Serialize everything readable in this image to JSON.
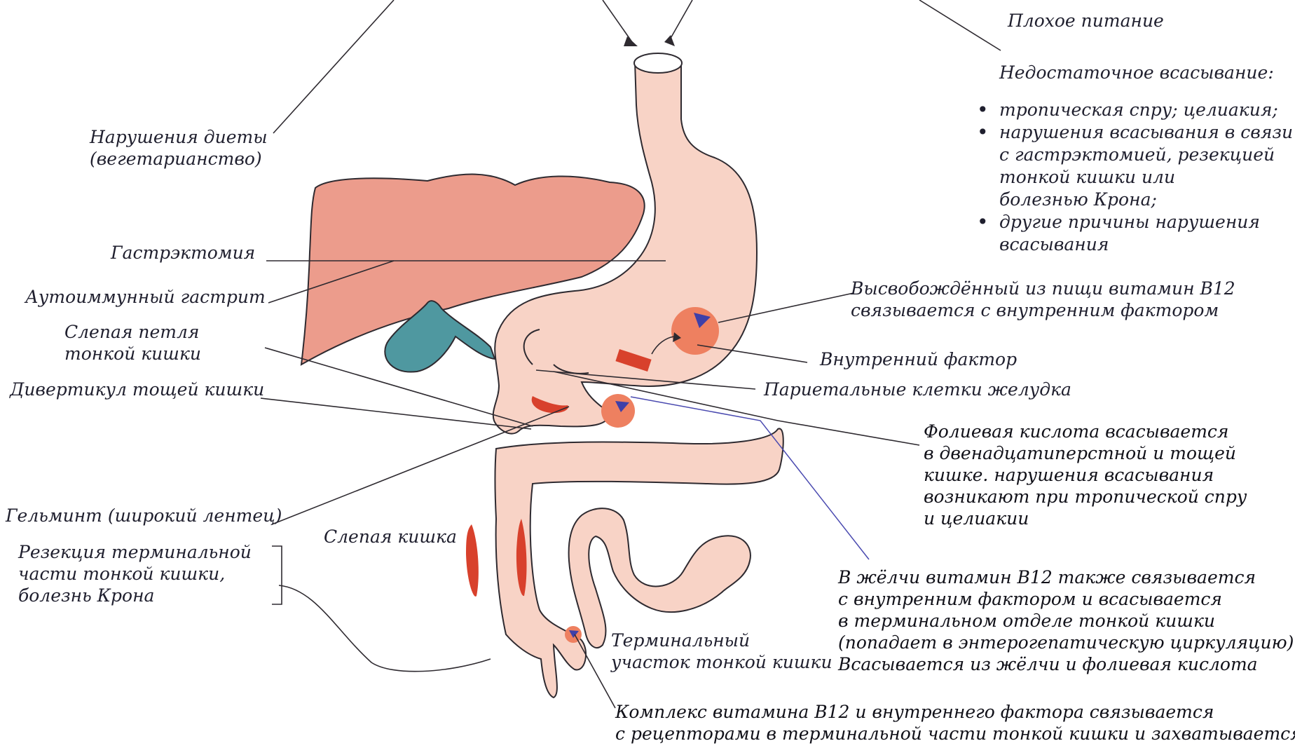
{
  "labels": {
    "poor_nutrition": "Плохое питание",
    "malabsorption_title": "Недостаточное всасывание:",
    "malabsorption_items": [
      [
        "тропическая спру; целиакия;"
      ],
      [
        "нарушения всасывания в связи",
        "с гастрэктомией, резекцией",
        "тонкой кишки или",
        "болезнью Крона;"
      ],
      [
        "другие причины нарушения",
        "всасывания"
      ]
    ],
    "diet_disorders": [
      "Нарушения диеты",
      "(вегетарианство)"
    ],
    "gastrectomy": "Гастрэктомия",
    "autoimmune_gastritis": "Аутоиммунный гастрит",
    "blind_loop": [
      "Слепая петля",
      "тонкой кишки"
    ],
    "jejunal_diverticulum": "Дивертикул тощей кишки",
    "helminth": "Гельминт (широкий лентец)",
    "terminal_resection": [
      "Резекция терминальной",
      "части тонкой кишки,",
      "болезнь Крона"
    ],
    "cecum": "Слепая кишка",
    "terminal_ileum": [
      "Терминальный",
      "участок тонкой кишки"
    ],
    "b12_release": [
      "Высвобождённый из пищи витамин B12",
      "связывается с внутренним фактором"
    ],
    "intrinsic_factor": "Внутренний фактор",
    "parietal_cells": "Париетальные клетки желудка",
    "folate": [
      "Фолиевая кислота всасывается",
      "в двенадцатиперстной и тощей",
      "кишке. нарушения всасывания",
      "возникают при тропической спру",
      "и целиакии"
    ],
    "bile": [
      "В жёлчи витамин B12 также связывается",
      "с внутренним фактором и всасывается",
      "в терминальном отделе тонкой кишки",
      "(попадает в энтерогепатическую циркуляцию).",
      "Всасывается из жёлчи и фолиевая кислота"
    ],
    "complex": [
      "Комплекс витамина B12 и внутреннего фактора связывается",
      "с рецепторами в терминальной части тонкой кишки и захватывается"
    ]
  },
  "colors": {
    "gut": "#f8d3c6",
    "liver": "#ec9c8c",
    "gallbladder": "#4f98a0",
    "outline": "#2e2a30",
    "lesion": "#d8412c",
    "intrinsic_factor": "#ee8060",
    "b12": "#3f3fa8"
  }
}
